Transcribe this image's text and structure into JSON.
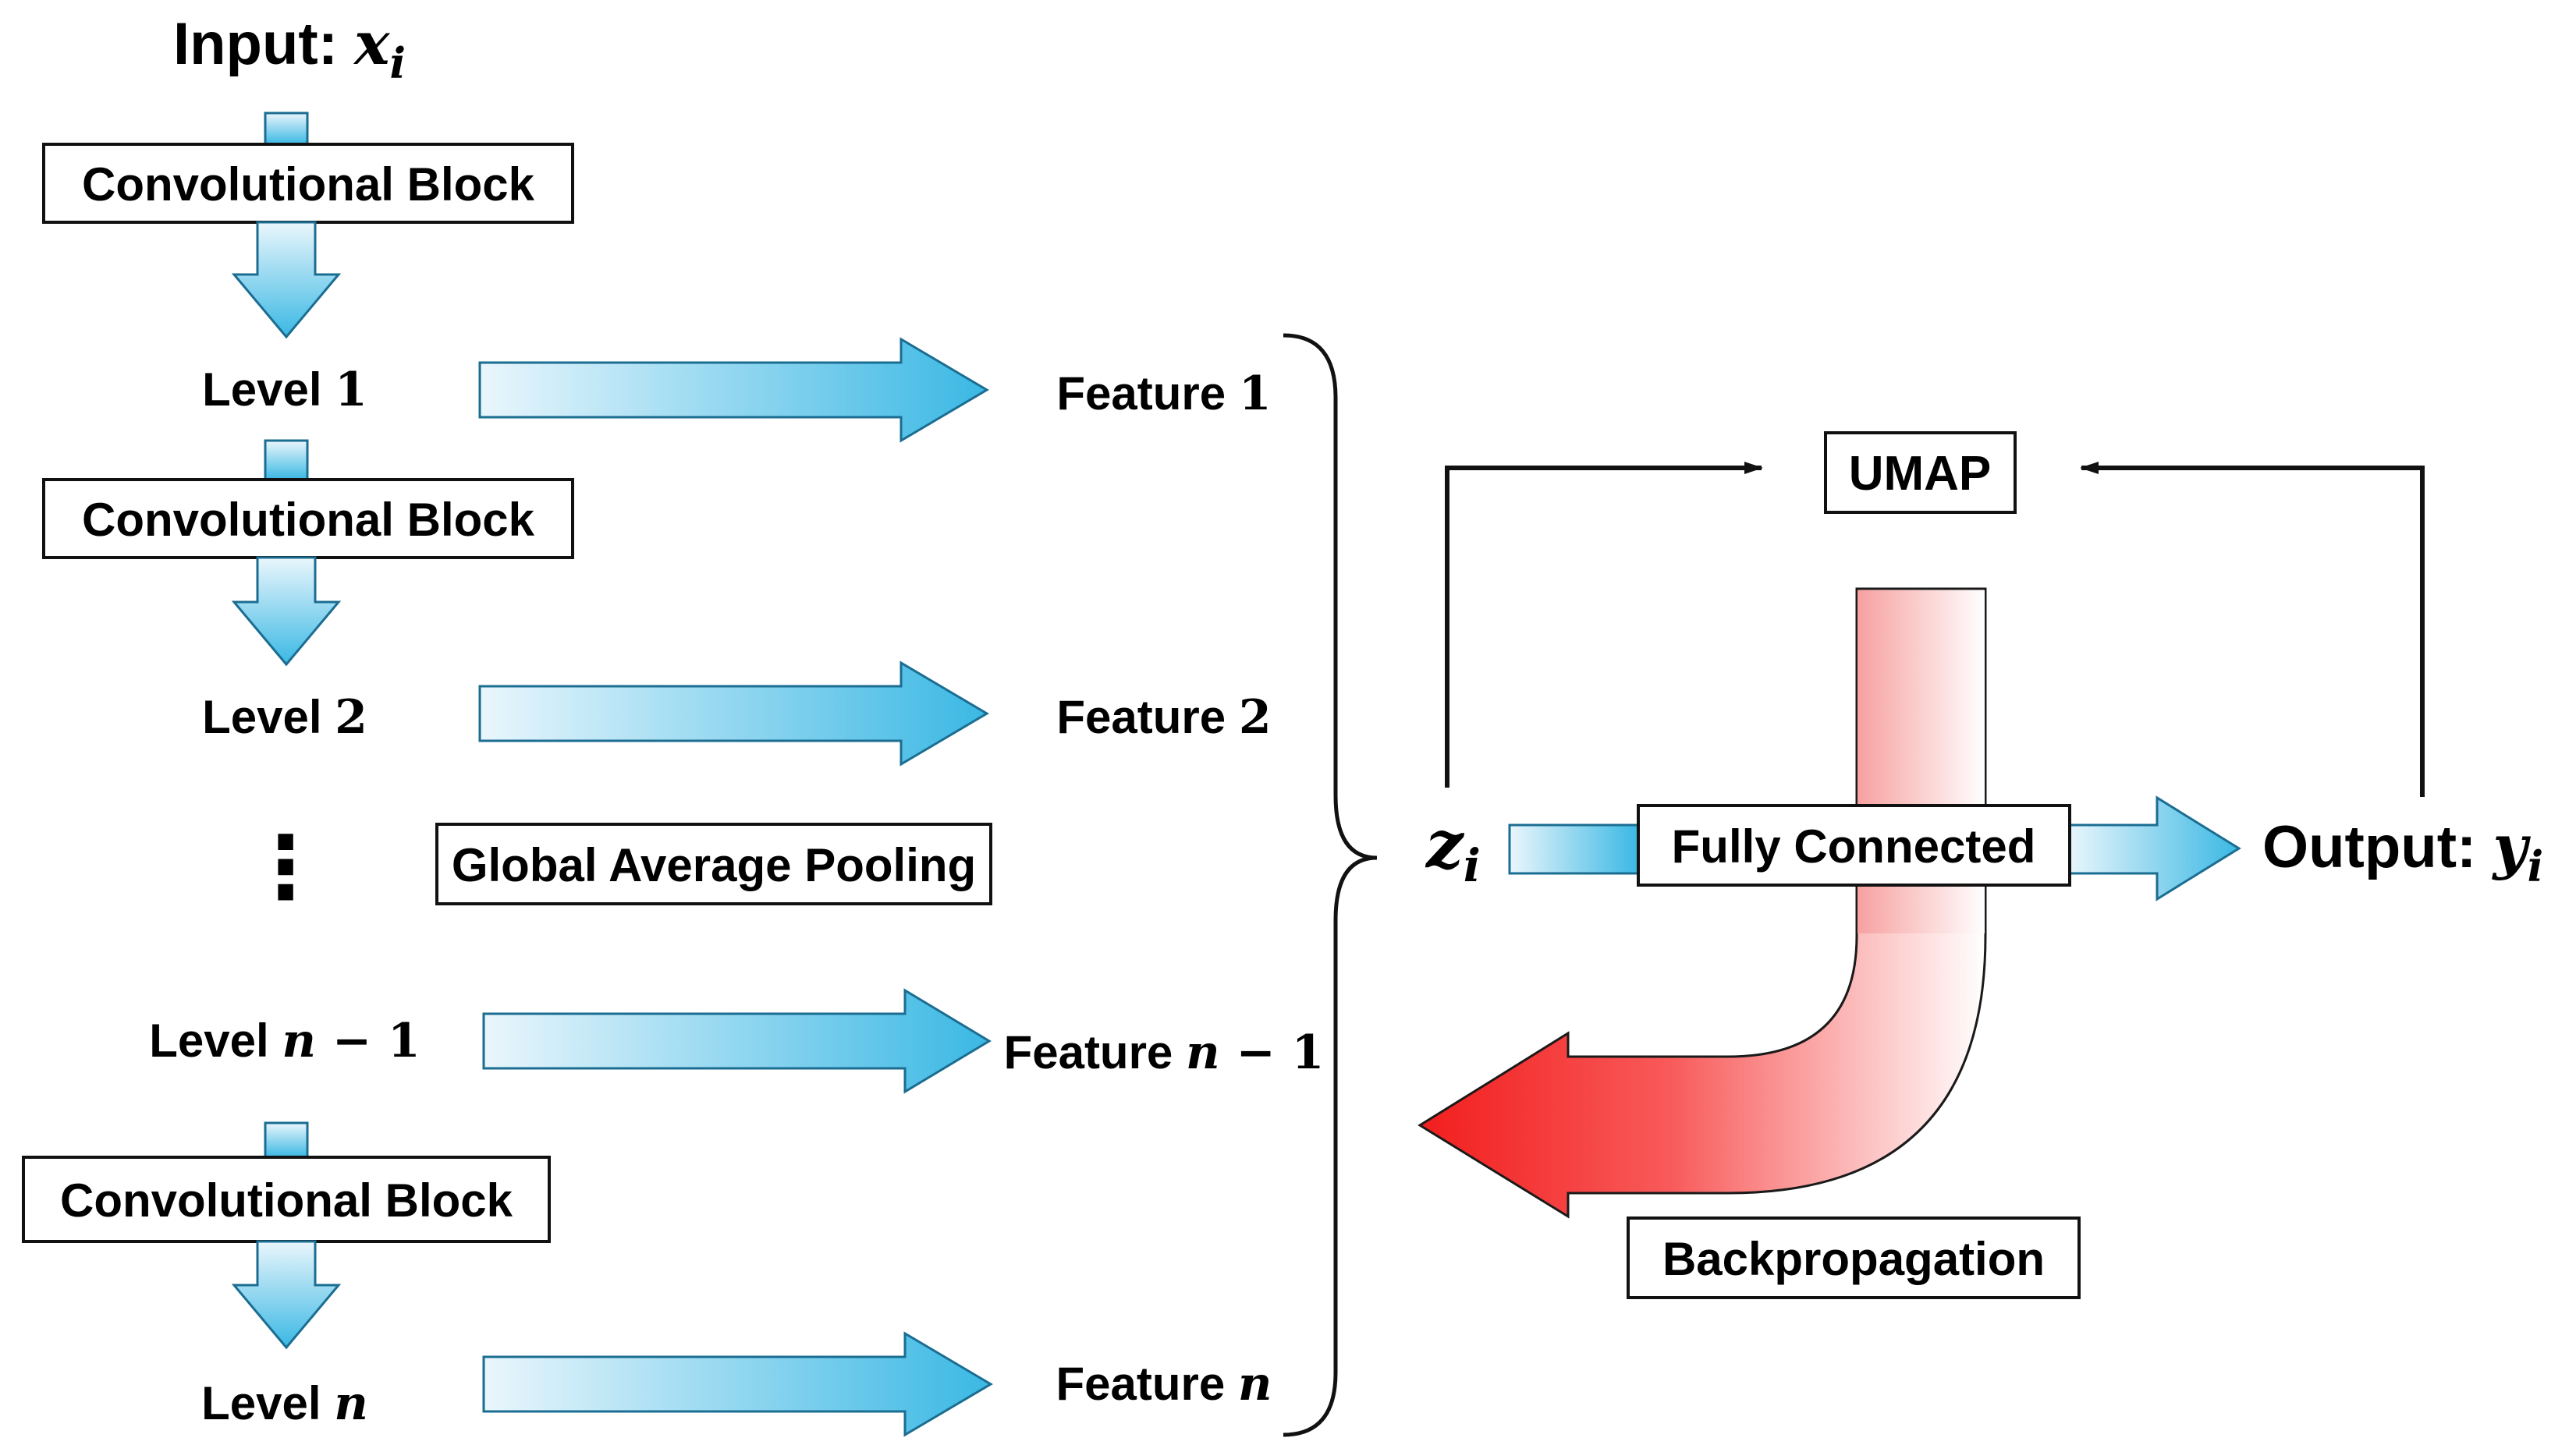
{
  "input": {
    "label": "Input: ",
    "var": "x",
    "sub": "i"
  },
  "conv_block_label": "Convolutional Block",
  "levels": [
    {
      "prefix": "Level ",
      "var": "",
      "suffix": "1"
    },
    {
      "prefix": "Level ",
      "var": "",
      "suffix": "2"
    },
    {
      "prefix": "Level ",
      "var": "n",
      "suffix": " − 1"
    },
    {
      "prefix": "Level ",
      "var": "n",
      "suffix": ""
    }
  ],
  "features": [
    {
      "prefix": "Feature ",
      "var": "",
      "suffix": "1"
    },
    {
      "prefix": "Feature ",
      "var": "",
      "suffix": "2"
    },
    {
      "prefix": "Feature ",
      "var": "n",
      "suffix": " − 1"
    },
    {
      "prefix": "Feature ",
      "var": "n",
      "suffix": ""
    }
  ],
  "ellipsis": "⋮",
  "gap_label": "Global Average Pooling",
  "embedding": {
    "var": "z",
    "sub": "i"
  },
  "fc_label": "Fully Connected",
  "umap_label": "UMAP",
  "output": {
    "label": "Output: ",
    "var": "y",
    "sub": "i"
  },
  "backprop_label": "Backpropagation",
  "colors": {
    "blue_light": "#eaf6fc",
    "blue_dark": "#3ab8e4",
    "red_light": "#ffffff",
    "red_dark": "#f21c1c",
    "stroke": "#111111"
  }
}
